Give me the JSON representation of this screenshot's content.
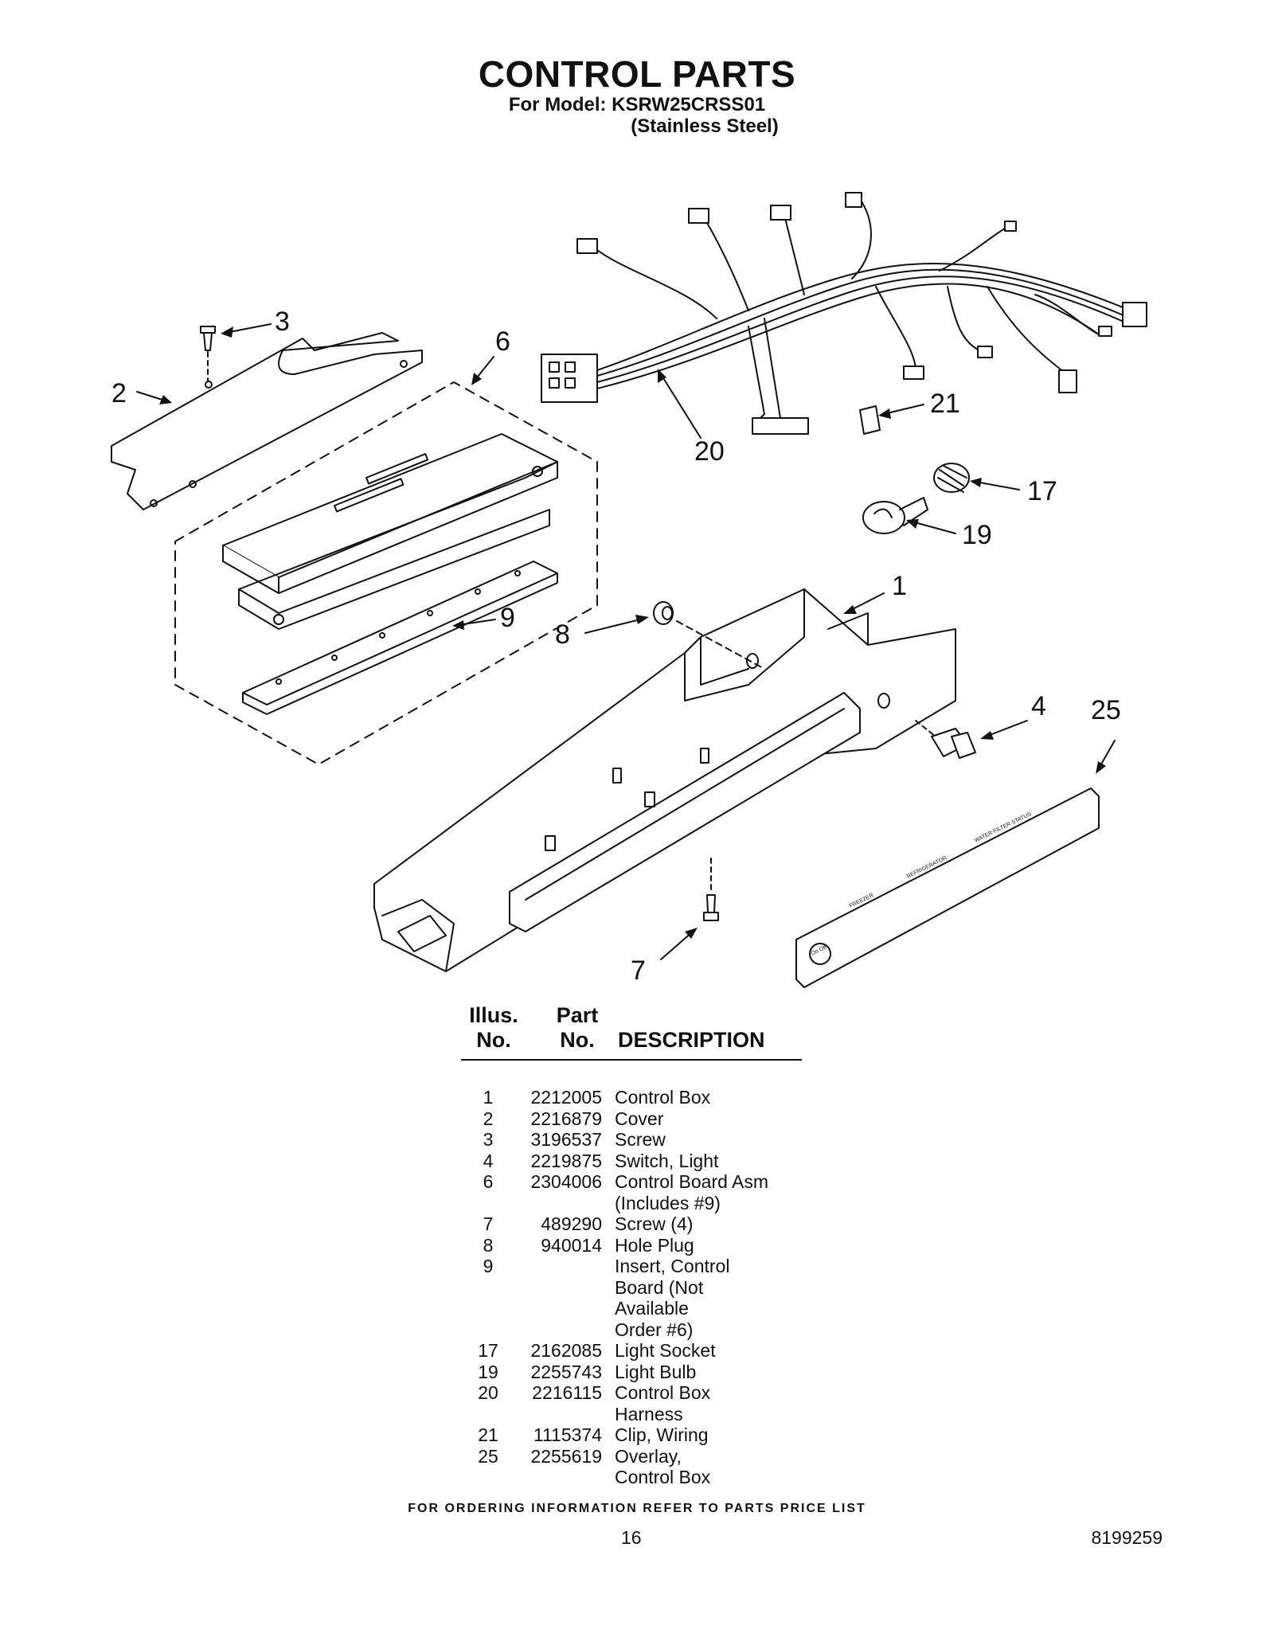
{
  "header": {
    "title": "CONTROL PARTS",
    "model_line": "For Model: KSRW25CRSS01",
    "finish_line": "(Stainless Steel)"
  },
  "diagram": {
    "callouts": [
      "3",
      "2",
      "6",
      "20",
      "21",
      "17",
      "19",
      "1",
      "8",
      "9",
      "4",
      "25",
      "7"
    ]
  },
  "table": {
    "headers": {
      "illus_top": "Illus.",
      "illus_bottom": "No.",
      "part_top": "Part",
      "part_bottom": "No.",
      "description": "DESCRIPTION"
    },
    "rows": [
      {
        "no": "1",
        "part": "2212005",
        "desc": "Control Box"
      },
      {
        "no": "2",
        "part": "2216879",
        "desc": "Cover"
      },
      {
        "no": "3",
        "part": "3196537",
        "desc": "Screw"
      },
      {
        "no": "4",
        "part": "2219875",
        "desc": "Switch, Light"
      },
      {
        "no": "6",
        "part": "2304006",
        "desc": "Control Board Asm\n(Includes #9)"
      },
      {
        "no": "7",
        "part": "489290",
        "desc": "Screw (4)"
      },
      {
        "no": "8",
        "part": "940014",
        "desc": "Hole Plug"
      },
      {
        "no": "9",
        "part": "",
        "desc": "Insert, Control\nBoard (Not\nAvailable\nOrder #6)"
      },
      {
        "no": "17",
        "part": "2162085",
        "desc": "Light Socket"
      },
      {
        "no": "19",
        "part": "2255743",
        "desc": "Light Bulb"
      },
      {
        "no": "20",
        "part": "2216115",
        "desc": "Control Box\nHarness"
      },
      {
        "no": "21",
        "part": "1115374",
        "desc": "Clip, Wiring"
      },
      {
        "no": "25",
        "part": "2255619",
        "desc": "Overlay,\nControl Box"
      }
    ]
  },
  "footer": {
    "ordering_note": "FOR ORDERING INFORMATION REFER TO PARTS PRICE LIST",
    "page_number": "16",
    "document_number": "8199259"
  },
  "overlay_labels": [
    "FREEZER",
    "REFRIGERATOR",
    "WATER FILTER STATUS",
    "On Off"
  ]
}
